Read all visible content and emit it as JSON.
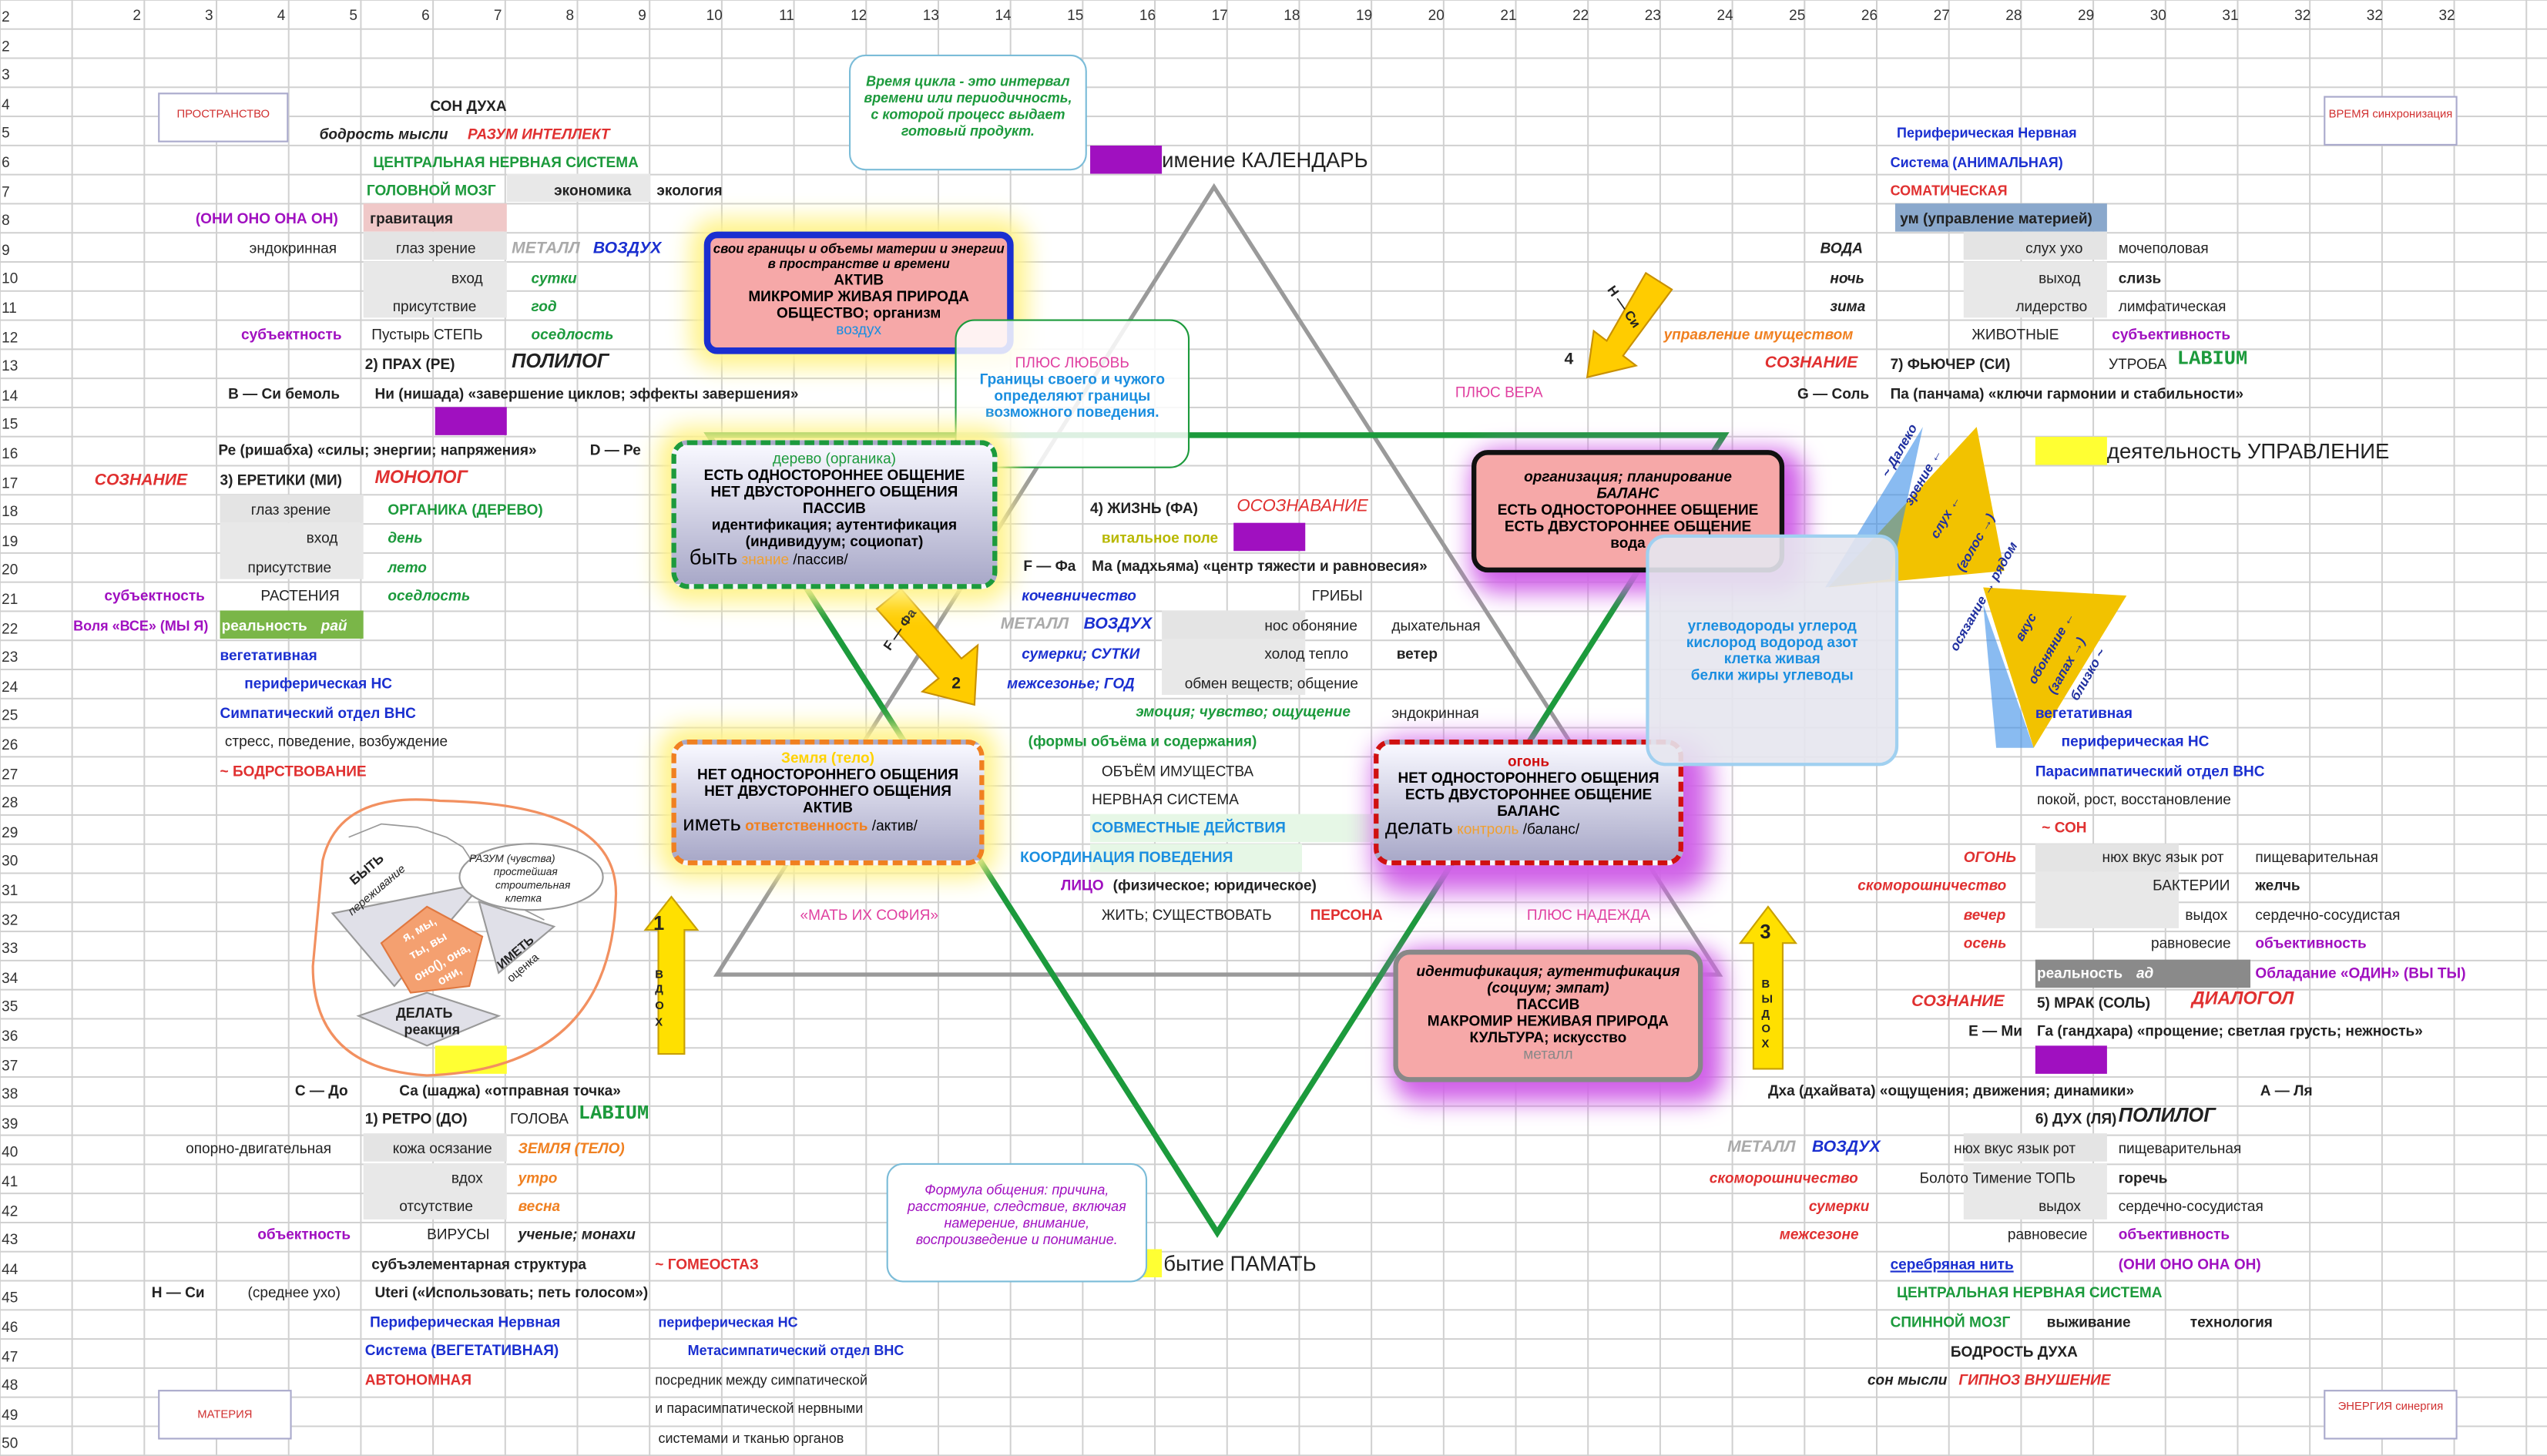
{
  "col_headers": [
    "2",
    "3",
    "4",
    "5",
    "6",
    "7",
    "8",
    "9",
    "10",
    "11",
    "12",
    "13",
    "14",
    "15",
    "16",
    "17",
    "18",
    "19",
    "20",
    "21",
    "22",
    "23",
    "24",
    "25",
    "26",
    "27",
    "28",
    "29",
    "30",
    "31",
    "32",
    "32",
    "32"
  ],
  "row_headers": [
    "2",
    "2",
    "3",
    "4",
    "5",
    "6",
    "7",
    "8",
    "9",
    "10",
    "11",
    "12",
    "13",
    "14",
    "15",
    "16",
    "17",
    "18",
    "19",
    "20",
    "21",
    "22",
    "23",
    "24",
    "25",
    "26",
    "27",
    "28",
    "29",
    "30",
    "31",
    "32",
    "33",
    "34",
    "35",
    "36",
    "37",
    "38",
    "39",
    "40",
    "41",
    "42",
    "43",
    "44",
    "45",
    "46",
    "47",
    "48",
    "49",
    "50"
  ],
  "callouts": {
    "space": "ПРОСТРАНСТВО",
    "time": "ВРЕМЯ синхронизация",
    "matter": "МАТЕРИЯ",
    "energy": "ЭНЕРГИЯ синергия",
    "cycle": "Время цикла - это интервал времени или периодичность, с которой процесс выдает готовый продукт.",
    "formula": "Формула общения: причина, расстояние, следствие, включая намерение, внимание, воспроизведение и понимание."
  },
  "top_left": [
    "СОН ДУХА",
    "бодрость мысли",
    "РАЗУМ ИНТЕЛЛЕКТ",
    "ЦЕНТРАЛЬНАЯ НЕРВНАЯ СИСТЕМА",
    "ГОЛОВНОЙ МОЗГ",
    "экономика",
    "экология",
    "(ОНИ ОНО ОНА ОН)",
    "гравитация",
    "эндокринная",
    "глаз зрение",
    "МЕТАЛЛ",
    "ВОЗДУХ",
    "вход",
    "сутки",
    "присутствие",
    "год",
    "субъектность",
    "Пустырь СТЕПЬ",
    "оседлость",
    "2) ПРАХ (РЕ)",
    "ПОЛИЛОГ",
    "В — Си бемоль",
    "Ни (нишада) «завершение циклов; эффекты завершения»"
  ],
  "left_mid": [
    "Ре (ришабха)  «силы; энергии; напряжения»",
    "D — Ре",
    "СОЗНАНИЕ",
    "3) ЕРЕТИКИ (МИ)",
    "МОНОЛОГ",
    "глаз зрение",
    "ОРГАНИКА (ДЕРЕВО)",
    "вход",
    "день",
    "присутствие",
    "лето",
    "субъектность",
    "РАСТЕНИЯ",
    "оседлость",
    "Воля «ВСЕ» (МЫ Я)",
    "реальность",
    "рай",
    "вегетативная",
    "периферическая НС",
    "Симпатический отдел ВНС",
    "стресс, поведение, возбуждение",
    "~ БОДРСТВОВАНИЕ"
  ],
  "left_bottom": [
    "С — До",
    "Са (шаджа)  «отправная точка»",
    "1) РЕТРО (ДО)",
    "ГОЛОВА",
    "LABIUM",
    "опорно-двигательная",
    "кожа осязание",
    "ЗЕМЛЯ (ТЕЛО)",
    "вдох",
    "утро",
    "отсутствие",
    "весна",
    "объектность",
    "ВИРУСЫ",
    "ученые; монахи",
    "субъэлементарная структура",
    "~ ГОМЕОСТАЗ",
    "Н — Си",
    "(среднее ухо)",
    "Uteri («Использовать; петь голосом»)",
    "Периферическая Нервная",
    "Система (ВЕГЕТАТИВНАЯ)",
    "АВТОНОМНАЯ",
    "периферическая НС",
    "Метасимпатический отдел ВНС",
    "посредник между симпатической",
    "и парасимпатической нервными",
    "системами и тканью органов"
  ],
  "center": [
    "имение КАЛЕНДАРЬ",
    "ПЛЮС ЛЮБОВЬ",
    "Границы своего  и чужого определяют границы возможного поведения.",
    "ПЛЮС ВЕРА",
    "4) ЖИЗНЬ (ФА)",
    "ОСОЗНАВАНИЕ",
    "витальное поле",
    "F — Фа",
    "Ма (мадхьяма) «центр тяжести и равновесия»",
    "кочевничество",
    "ГРИБЫ",
    "МЕТАЛЛ",
    "ВОЗДУХ",
    "нос обоняние",
    "дыхательная",
    "сумерки; СУТКИ",
    "холод тепло",
    "ветер",
    "межсезонье; ГОД",
    "обмен веществ; общение",
    "эмоция; чувство; ощущение",
    "эндокринная",
    "(формы объёма и содержания)",
    "ОБЪЁМ ИМУЩЕСТВА",
    "НЕРВНАЯ СИСТЕМА",
    "СОВМЕСТНЫЕ ДЕЙСТВИЯ",
    "КООРДИНАЦИЯ ПОВЕДЕНИЯ",
    "ЛИЦО",
    "(физическое; юридическое)",
    "«МАТЬ ИХ СОФИЯ»",
    "ЖИТЬ; СУЩЕСТВОВАТЬ",
    "ПЕРСОНА",
    "ПЛЮС НАДЕЖДА",
    "бытие ПАМАТЬ"
  ],
  "boxes": {
    "top": [
      "свои границы и объемы материи и энергии в пространстве и времени",
      "АКТИВ",
      "МИКРОМИР   ЖИВАЯ ПРИРОДА",
      "ОБЩЕСТВО; организм",
      "воздух"
    ],
    "wood": [
      "дерево (органика)",
      "ЕСТЬ ОДНОСТОРОННЕЕ ОБЩЕНИЕ",
      "НЕТ ДВУСТОРОННЕГО ОБЩЕНИЯ",
      "ПАССИВ",
      "идентификация; аутентификация",
      "(индивидуум; социопат)",
      "быть",
      "знание",
      "/пассив/"
    ],
    "earth": [
      "Земля (тело)",
      "НЕТ ОДНОСТОРОННЕГО ОБЩЕНИЯ",
      "НЕТ ДВУСТОРОННЕГО ОБЩЕНИЯ",
      "АКТИВ",
      "иметь",
      "ответственность",
      "/актив/"
    ],
    "fire": [
      "огонь",
      "НЕТ ОДНОСТОРОННЕГО ОБЩЕНИЯ",
      "ЕСТЬ ДВУСТОРОННЕЕ ОБЩЕНИЕ",
      "БАЛАНС",
      "делать",
      "контроль",
      "/баланс/"
    ],
    "water": [
      "организация; планирование",
      "БАЛАНС",
      "ЕСТЬ ОДНОСТОРОННЕЕ ОБЩЕНИЕ",
      "ЕСТЬ ДВУСТОРОННЕЕ ОБЩЕНИЕ",
      "вода"
    ],
    "metal": [
      "идентификация; аутентификация",
      "(социум; эмпат)",
      "ПАССИВ",
      "МАКРОМИР   НЕЖИВАЯ ПРИРОДА",
      "КУЛЬТУРА; искусство",
      "металл"
    ],
    "carbon": [
      "углеводороды углерод",
      "кислород водород азот",
      "клетка живая",
      "белки жиры углеводы"
    ]
  },
  "arrows": {
    "a1": [
      "1",
      "В",
      "Д",
      "О",
      "Х"
    ],
    "a2": [
      "F — Фа",
      "2"
    ],
    "a3": [
      "3",
      "В",
      "Ы",
      "Д",
      "О",
      "Х"
    ],
    "a4": [
      "Н — Си",
      "4"
    ]
  },
  "right_top": [
    "Периферическая Нервная",
    "Система (АНИМАЛЬНАЯ)",
    "СОМАТИЧЕСКАЯ",
    "ум (управление материей)",
    "ВОДА",
    "слух ухо",
    "мочеполовая",
    "ночь",
    "выход",
    "слизь",
    "зима",
    "лидерство",
    "лимфатическая",
    "управление имуществом",
    "ЖИВОТНЫЕ",
    "субъективность",
    "СОЗНАНИЕ",
    "7) ФЬЮЧЕР (СИ)",
    "УТРОБА",
    "LABIUM",
    "G — Соль",
    "Па (панчама) «ключи  гармонии и стабильности»",
    "деятельность УПРАВЛЕНИЕ"
  ],
  "triangles": {
    "upper": [
      "~ Далеко",
      "зрение ←",
      "слух ←",
      "(голос →)",
      "осязание → рядом"
    ],
    "lower": [
      "вкус",
      "обоняние ←",
      "(запах →)",
      "близко ~"
    ]
  },
  "right_mid": [
    "вегетативная",
    "периферическая НС",
    "Парасимпатический отдел ВНС",
    "покой, рост, восстановление",
    "~ СОН",
    "ОГОНЬ",
    "нюх вкус язык рот",
    "пищеварительная",
    "скоморошничество",
    "БАКТЕРИИ",
    "желчь",
    "вечер",
    "выдох",
    "сердечно-сосудистая",
    "осень",
    "равновесие",
    "объективность",
    "реальность",
    "ад",
    "Обладание «ОДИН» (ВЫ  ТЫ)",
    "СОЗНАНИЕ",
    "5) МРАК (СОЛЬ)",
    "ДИАЛОГОЛ",
    "Е — Ми",
    "Га (гандхара) «прощение; светлая грусть; нежность»"
  ],
  "right_bottom": [
    "Дха (дхайвата) «ощущения; движения; динамики»",
    "А — Ля",
    "6) ДУХ (ЛЯ)",
    "ПОЛИЛОГ",
    "МЕТАЛЛ",
    "ВОЗДУХ",
    "нюх вкус язык рот",
    "пищеварительная",
    "скоморошничество",
    "Болото Тимение ТОПЬ",
    "горечь",
    "сумерки",
    "выдох",
    "сердечно-сосудистая",
    "межсезоне",
    "равновесие",
    "объективность",
    "серебряная нить",
    "(ОНИ ОНО ОНА ОН)",
    "ЦЕНТРАЛЬНАЯ НЕРВНАЯ СИСТЕМА",
    "СПИННОЙ МОЗГ",
    "выживание",
    "технология",
    "БОДРОСТЬ ДУХА",
    "сон мысли",
    "ГИПНОЗ ВНУШЕНИЕ"
  ],
  "cluster": [
    "БЫТЬ",
    "переживание",
    "РАЗУМ (чувства)",
    "простейшая",
    "строительная",
    "клетка",
    "я, мы,",
    "ты, вы",
    "оно(), она,",
    "они,",
    "ИМЕТЬ",
    "оценка",
    "ДЕЛАТЬ",
    "реакция"
  ],
  "colors": {
    "green": "#1c9a3c",
    "purple": "#a010c0",
    "red": "#d03030",
    "blue": "#1a2fd0",
    "olive": "#5a8a10",
    "orange": "#e07820"
  }
}
